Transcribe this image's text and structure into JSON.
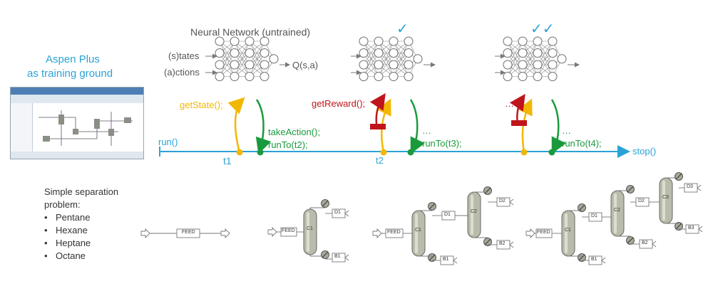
{
  "left_panel": {
    "title_line1": "Aspen Plus",
    "title_line2": "as training ground",
    "problem_line1": "Simple separation",
    "problem_line2": "problem:",
    "components": [
      "Pentane",
      "Hexane",
      "Heptane",
      "Octane"
    ]
  },
  "network": {
    "title": "Neural Network (untrained)",
    "input_states": "(s)tates",
    "input_actions": "(a)ctions",
    "output": "Q(s,a)",
    "checkmark_stage2": "✓",
    "checkmark_stage3": "✓✓"
  },
  "timeline": {
    "run": "run()",
    "stop": "stop()",
    "t1": "t1",
    "t2": "t2",
    "get_state": "getState();",
    "take_action": "takeAction();",
    "run_to_t2": "runTo(t2);",
    "get_reward": "getReward();",
    "ellipsis": "…",
    "run_to_t3": "runTo(t3);",
    "run_to_t4": "runTo(t4);"
  },
  "flowsheets": {
    "feed": "FEED",
    "c1": "C1",
    "c2": "C2",
    "c3": "C3",
    "d1": "D1",
    "d2": "D2",
    "d3": "D3",
    "b1": "B1",
    "b2": "B2",
    "b3": "B3"
  },
  "colors": {
    "blue": "#29a3d6",
    "yellow": "#f2b705",
    "green": "#1a9a3c",
    "red": "#c0141c",
    "gray": "#777777"
  }
}
